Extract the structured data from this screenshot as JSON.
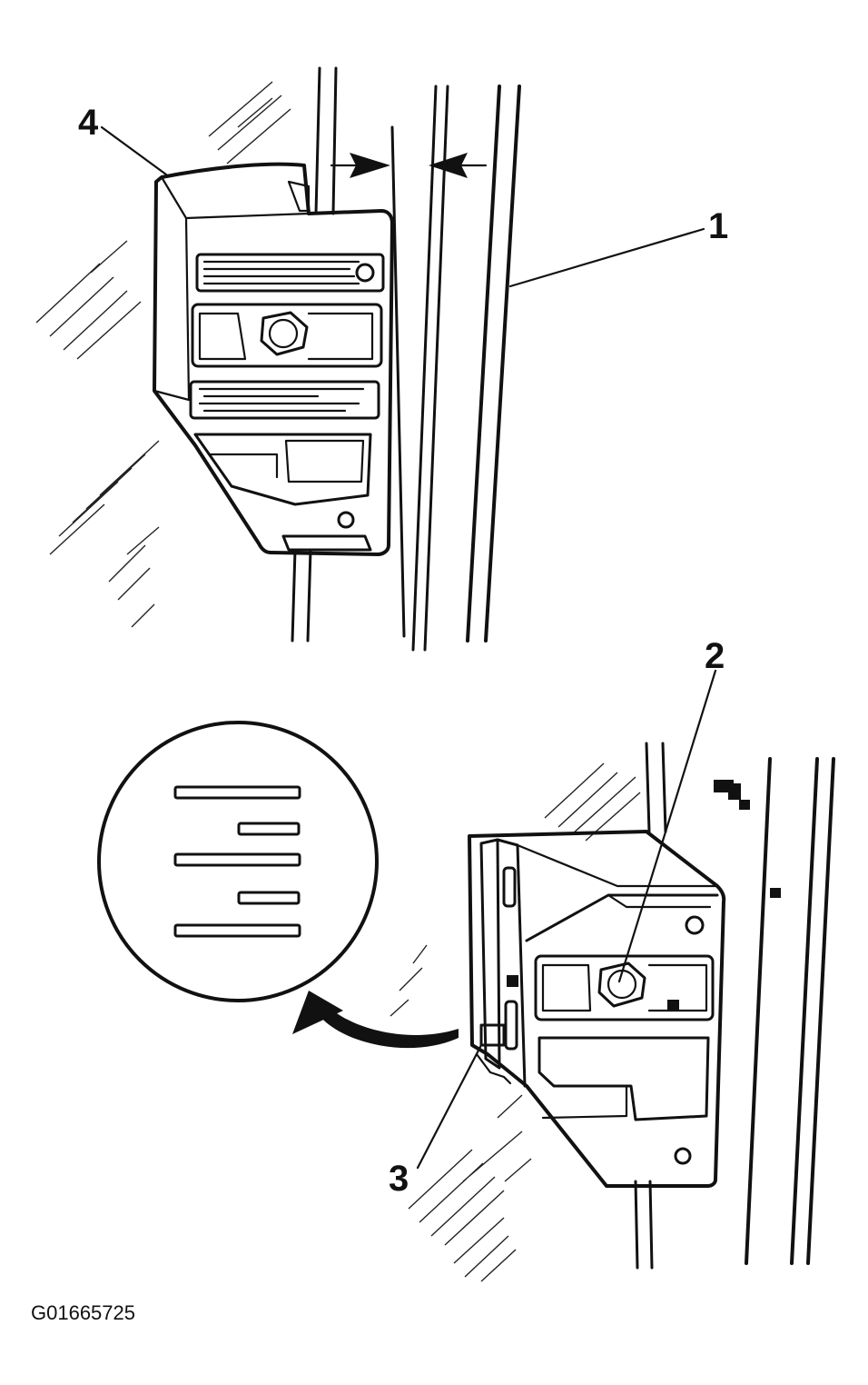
{
  "callouts": {
    "c1": "1",
    "c2": "2",
    "c3": "3",
    "c4": "4"
  },
  "figure_id": "G01665725",
  "colors": {
    "ink": "#111111",
    "background": "#ffffff"
  }
}
